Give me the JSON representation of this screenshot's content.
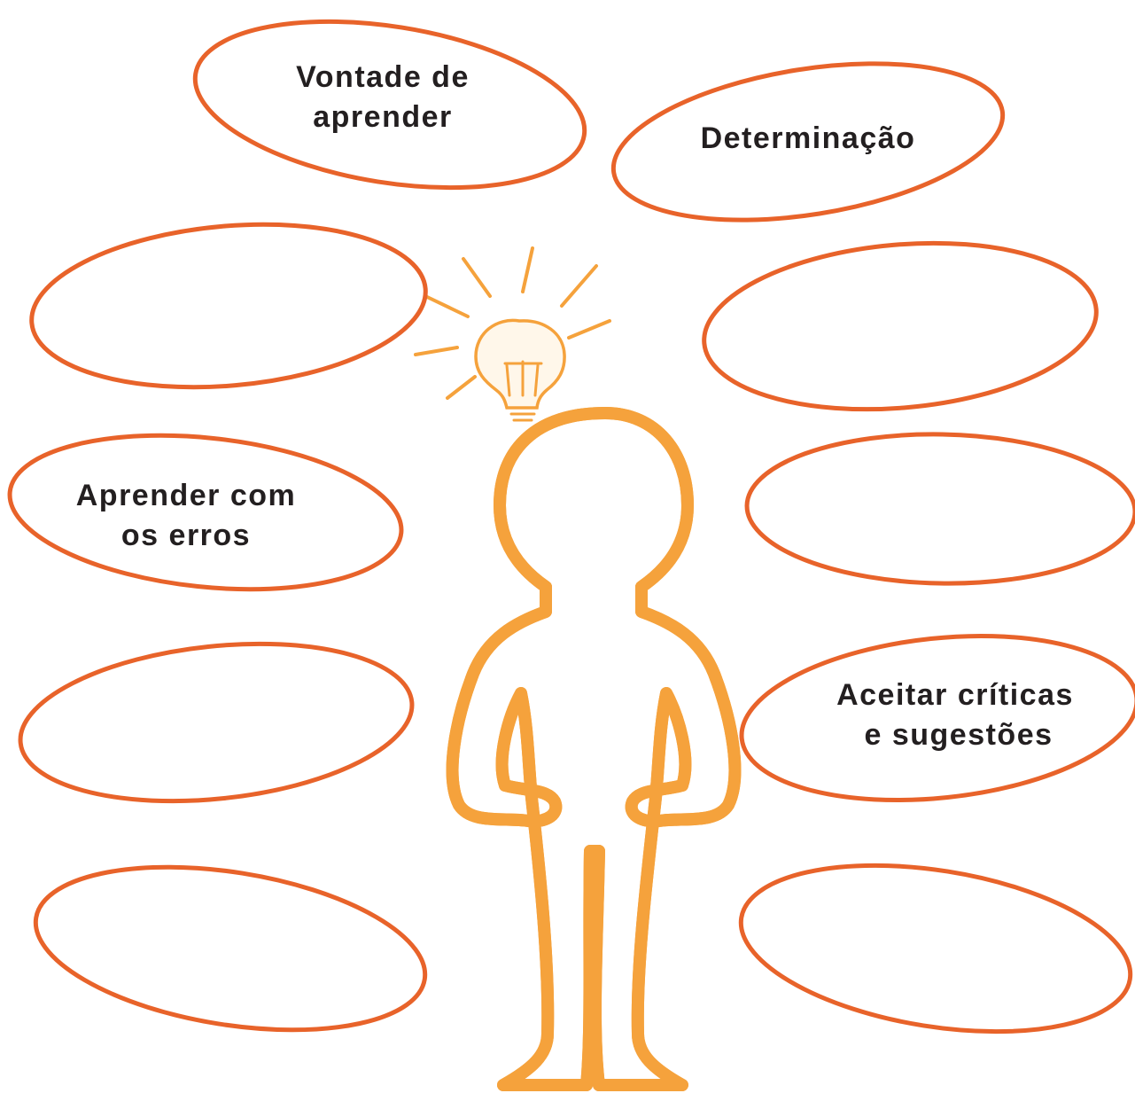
{
  "colors": {
    "bubble_stroke": "#e8632a",
    "figure_stroke": "#f5a23c",
    "text": "#231f20",
    "background": "#ffffff"
  },
  "bubbles": [
    {
      "id": "b1",
      "lines": [
        "Vontade de",
        "aprender"
      ]
    },
    {
      "id": "b2",
      "lines": [
        "Determinação"
      ]
    },
    {
      "id": "b3",
      "lines": []
    },
    {
      "id": "b4",
      "lines": []
    },
    {
      "id": "b5",
      "lines": [
        "Aprender com",
        "os erros"
      ]
    },
    {
      "id": "b6",
      "lines": []
    },
    {
      "id": "b7",
      "lines": []
    },
    {
      "id": "b8",
      "lines": [
        "Aceitar críticas",
        "e sugestões"
      ]
    },
    {
      "id": "b9",
      "lines": []
    },
    {
      "id": "b10",
      "lines": []
    }
  ],
  "center_figure": {
    "icon": "person-outline-icon",
    "accessory_icon": "lightbulb-icon"
  }
}
